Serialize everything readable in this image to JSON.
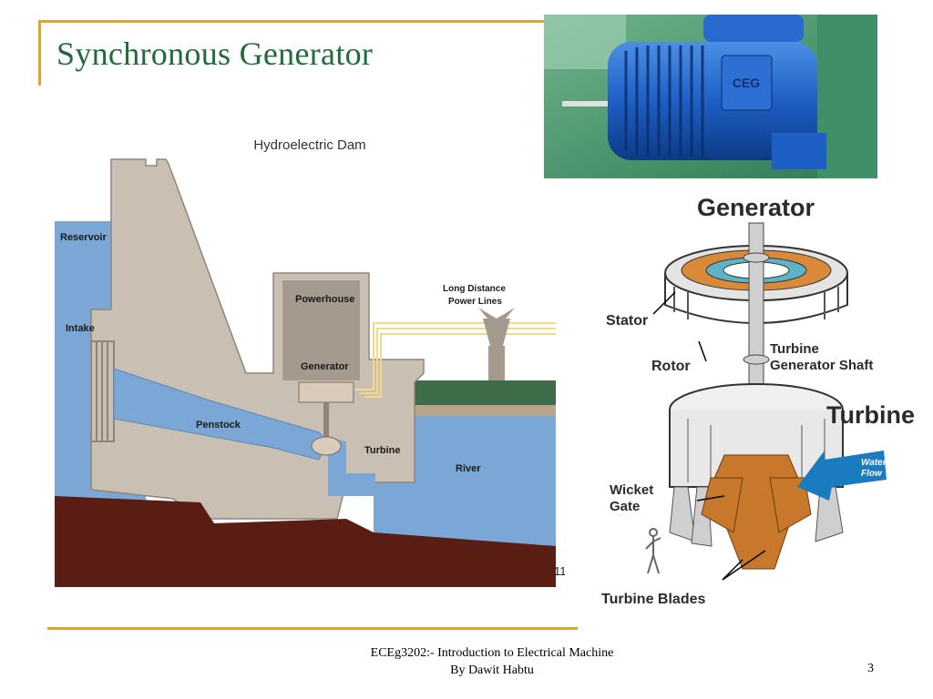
{
  "slide": {
    "title": "Synchronous Generator",
    "footer_line1": "ECEg3202:- Introduction to Electrical Machine",
    "footer_line2": "By Dawit Habtu",
    "page_number": "3"
  },
  "photo": {
    "icon": "blue-induction-motor-photo",
    "nameplate": "CEG"
  },
  "dam_diagram": {
    "title": "Hydroelectric Dam",
    "labels": {
      "reservoir": "Reservoir",
      "intake": "Intake",
      "powerhouse": "Powerhouse",
      "generator": "Generator",
      "penstock": "Penstock",
      "turbine": "Turbine",
      "power_lines": "Long Distance",
      "power_lines_2": "Power Lines",
      "river": "River",
      "corner_mark": "11"
    },
    "colors": {
      "water": "#7aa7d6",
      "concrete": "#c9bfb3",
      "ground": "#5a1d14",
      "powerlines": "#f4d98b"
    }
  },
  "generator_diagram": {
    "title": "Generator",
    "labels": {
      "stator": "Stator",
      "rotor": "Rotor",
      "shaft_1": "Turbine",
      "shaft_2": "Generator Shaft",
      "turbine": "Turbine",
      "water_1": "Water",
      "water_2": "Flow",
      "wicket_1": "Wicket",
      "wicket_2": "Gate",
      "blades": "Turbine Blades"
    },
    "colors": {
      "runner": "#c8782a",
      "water_arrow": "#1a7bbf"
    }
  }
}
